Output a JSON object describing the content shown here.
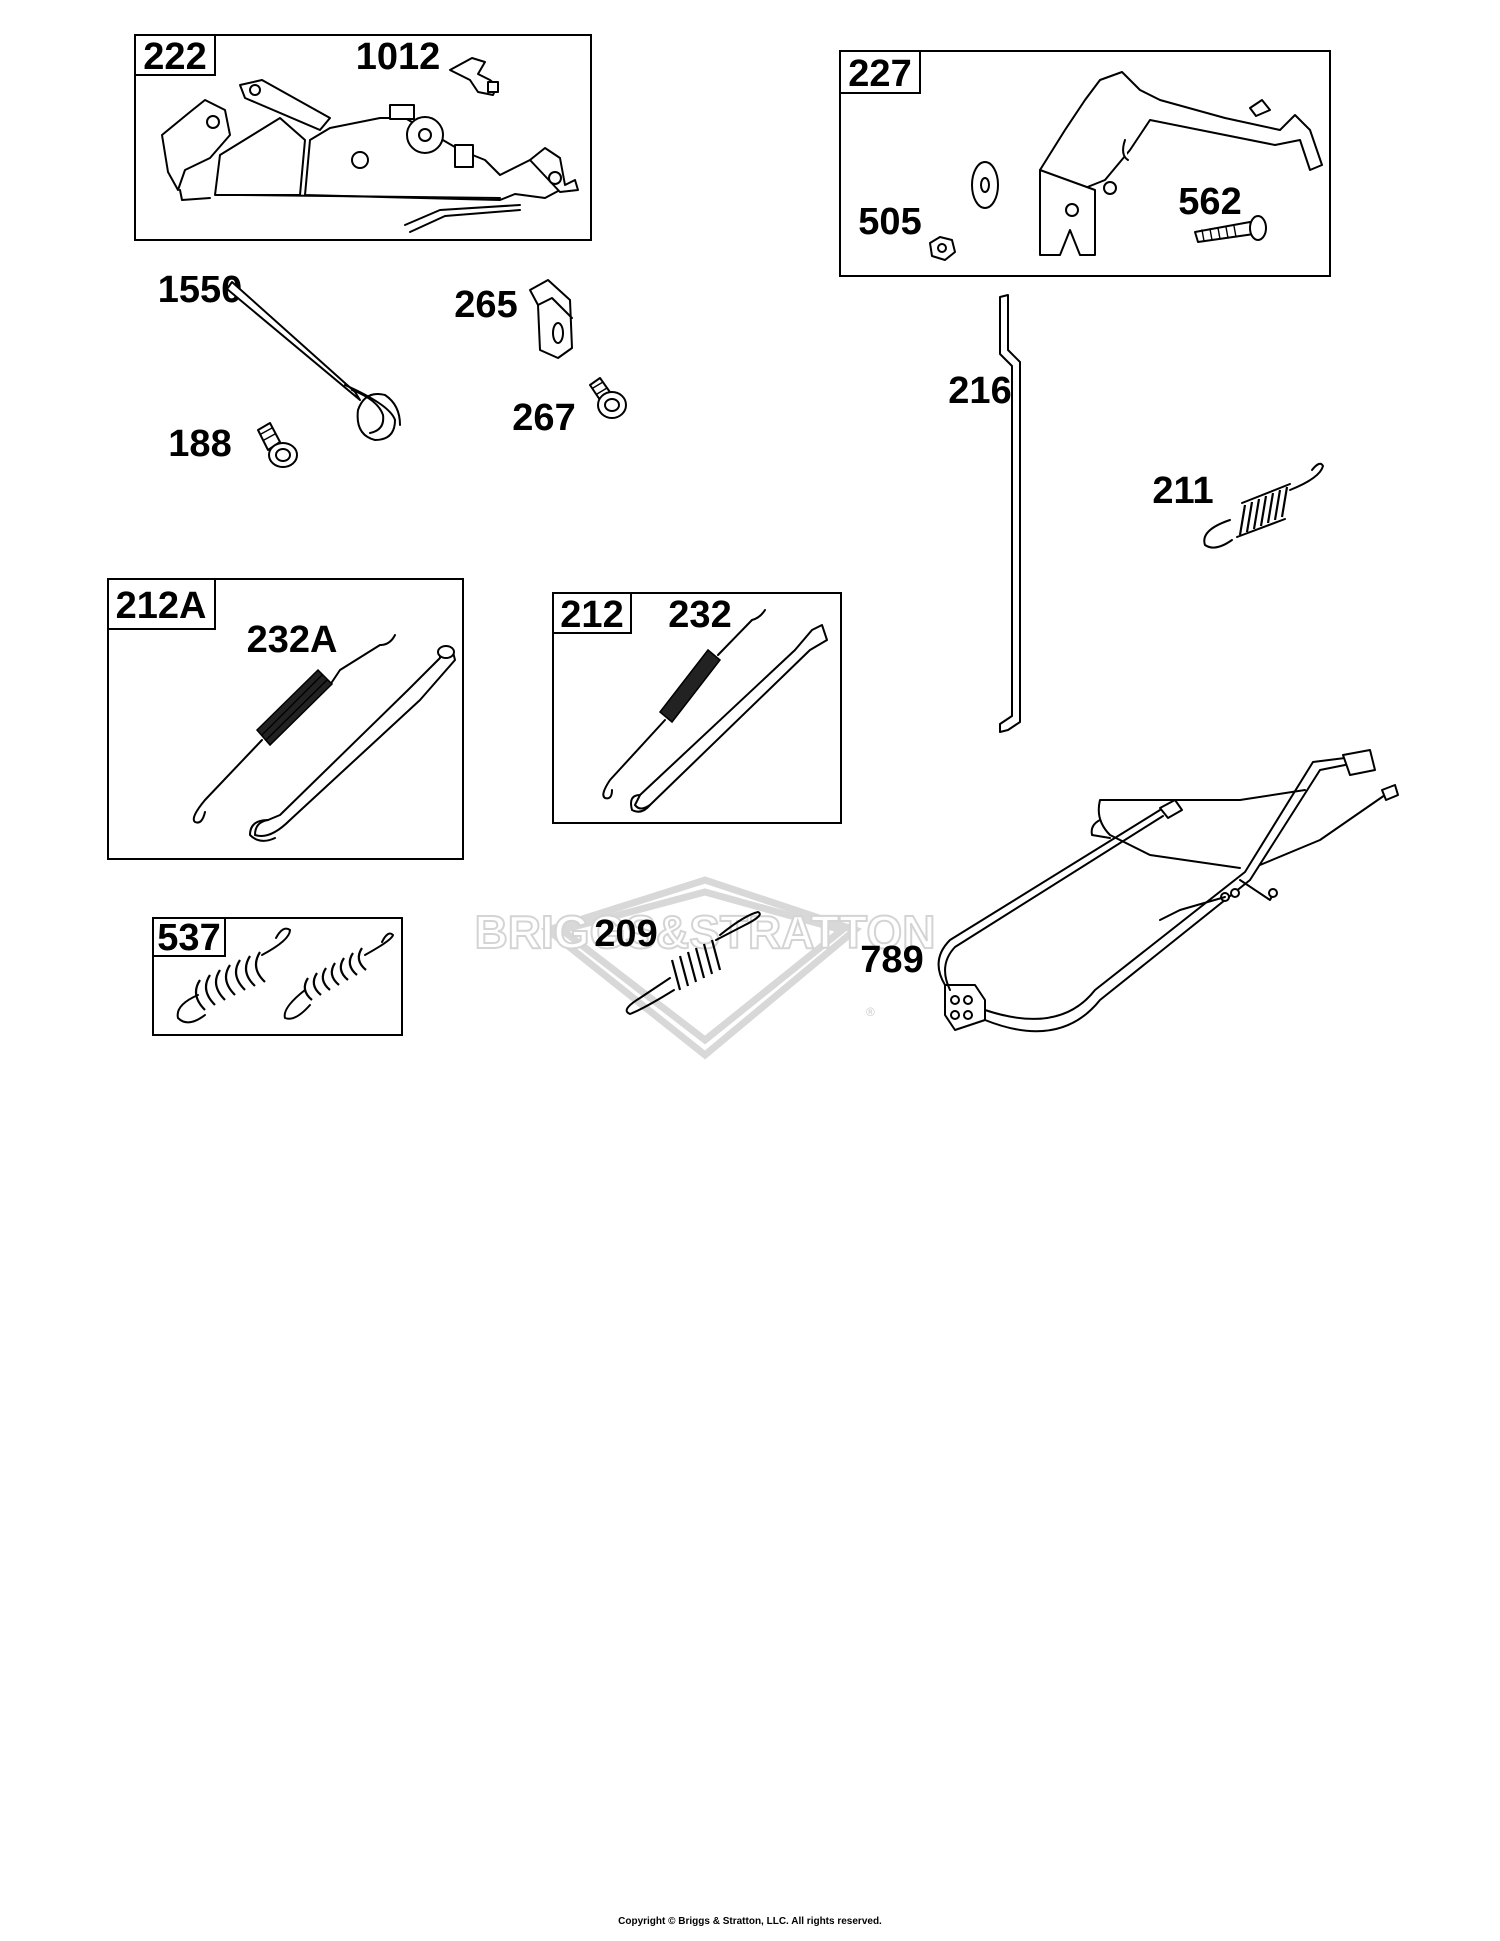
{
  "watermark": {
    "brand_name": "BRIGGS&STRATTON",
    "registered_mark": "®"
  },
  "groups": [
    {
      "tag": "222",
      "parts": [
        "1012"
      ]
    },
    {
      "tag": "227",
      "parts": [
        "505",
        "562"
      ]
    },
    {
      "tag": "212A",
      "parts": [
        "232A"
      ]
    },
    {
      "tag": "212",
      "parts": [
        "232"
      ]
    },
    {
      "tag": "537",
      "parts": []
    }
  ],
  "loose_parts": [
    "1550",
    "188",
    "265",
    "267",
    "216",
    "211",
    "209",
    "789"
  ],
  "footer": {
    "copyright": "Copyright © Briggs & Stratton, LLC. All rights reserved."
  }
}
